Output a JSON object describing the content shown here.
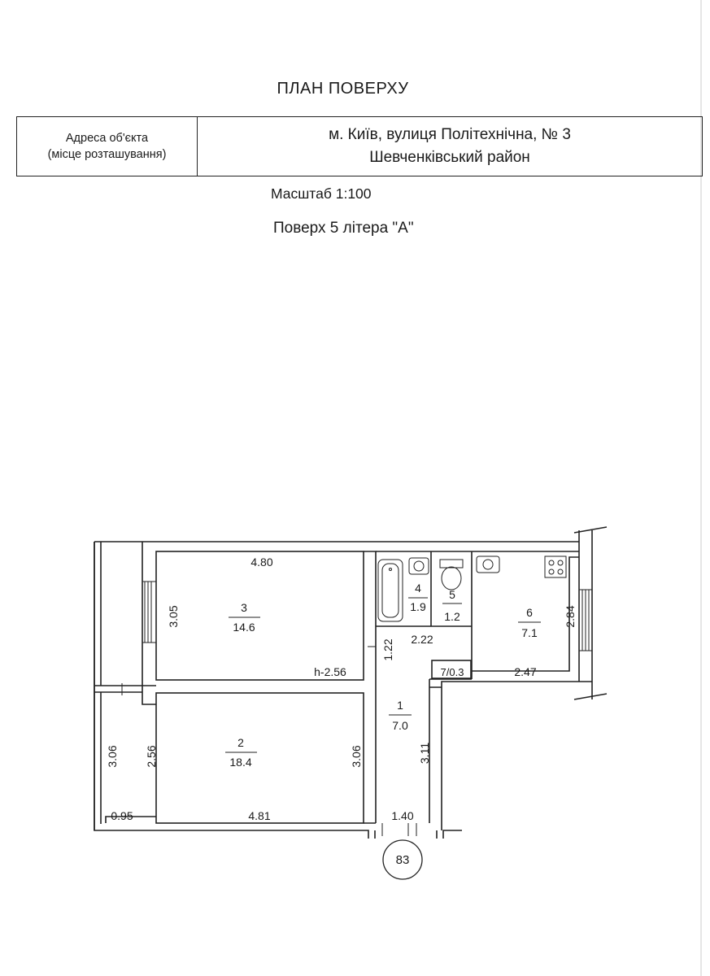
{
  "header": {
    "title": "ПЛАН  ПОВЕРХУ",
    "address_label_line1": "Адреса об'єкта",
    "address_label_line2": "(місце розташування)",
    "address_line1": "м. Київ, вулиця Політехнічна, № 3",
    "address_line2": "Шевченківський район",
    "scale": "Масштаб 1:100",
    "floor": "Поверх 5 літера \"А\""
  },
  "rooms": [
    {
      "number": "1",
      "area": "7.0"
    },
    {
      "number": "2",
      "area": "18.4"
    },
    {
      "number": "3",
      "area": "14.6"
    },
    {
      "number": "4",
      "area": "1.9"
    },
    {
      "number": "5",
      "area": "1.2"
    },
    {
      "number": "6",
      "area": "7.1"
    },
    {
      "combined": "7/0.3"
    }
  ],
  "dimensions": {
    "room3_width": "4.80",
    "room3_depth": "3.05",
    "ceiling_height": "h-2.56",
    "corridor_gap": "1.22",
    "bath_width": "2.22",
    "room6_height": "2.84",
    "room6_width": "2.47",
    "room2_left_outer": "3.06",
    "room2_left_inner": "2.56",
    "room2_right": "3.06",
    "room1_depth": "3.11",
    "balcony_width": "0.95",
    "room2_width": "4.81",
    "room1_width": "1.40"
  },
  "apartment_number": "83"
}
